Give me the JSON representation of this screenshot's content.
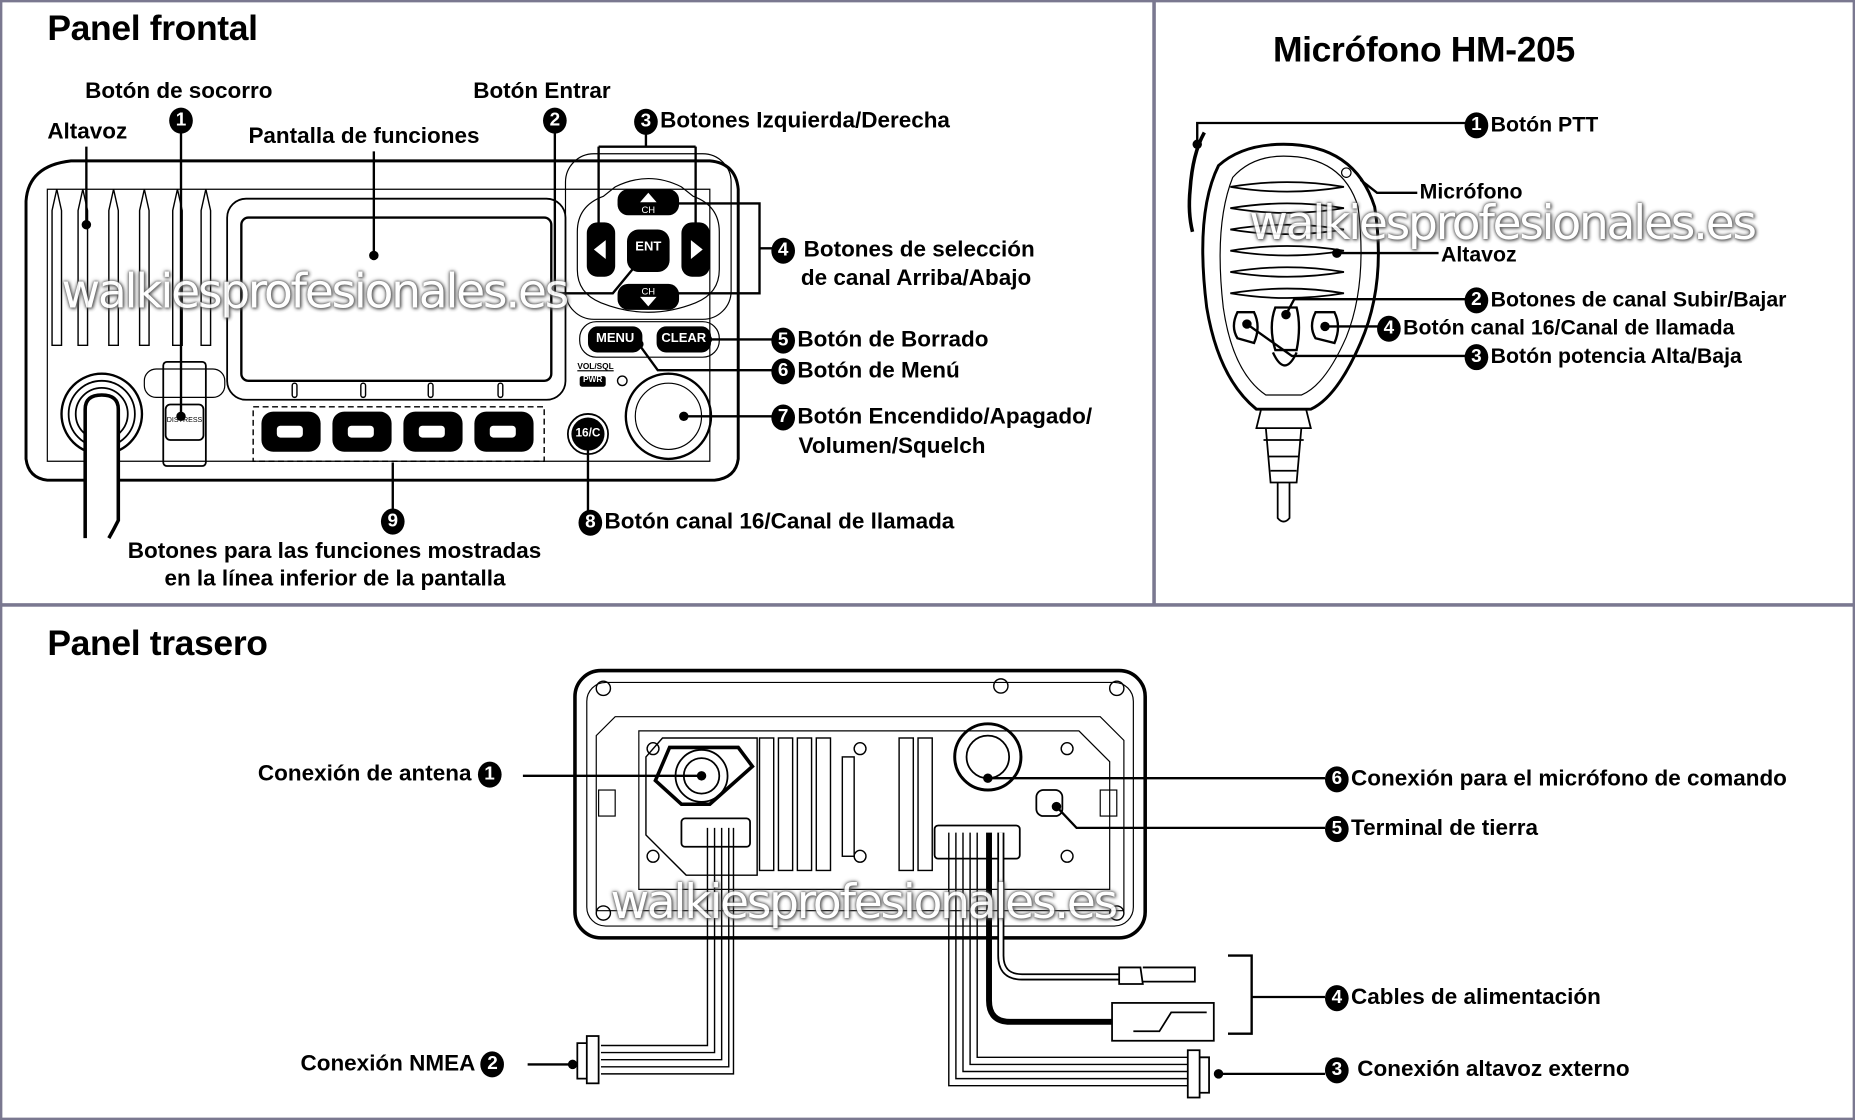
{
  "front_panel": {
    "title": "Panel frontal",
    "labels": {
      "speaker": "Altavoz",
      "distress": "Botón de socorro",
      "display": "Pantalla de funciones",
      "enter": "Botón Entrar",
      "left_right": "Botones Izquierda/Derecha",
      "ch_select_1": "Botones de selección",
      "ch_select_2": "de canal Arriba/Abajo",
      "clear": "Botón de Borrado",
      "menu": "Botón de Menú",
      "power_1": "Botón Encendido/Apagado/",
      "power_2": "Volumen/Squelch",
      "ch16": "Botón canal 16/Canal de llamada",
      "softkeys_1": "Botones para las funciones mostradas",
      "softkeys_2": "en la línea inferior de la pantalla"
    },
    "numbers": [
      "1",
      "2",
      "3",
      "4",
      "5",
      "6",
      "7",
      "8",
      "9"
    ],
    "device_text": {
      "ch": "CH",
      "ent": "ENT",
      "menu": "MENU",
      "clear": "CLEAR",
      "vol_sql": "VOL/SQL",
      "pwr": "PWR",
      "ch16": "16/C",
      "distress": "DISTRESS"
    }
  },
  "microphone": {
    "title": "Micrófono HM-205",
    "labels": {
      "ptt": "Botón PTT",
      "mic": "Micrófono",
      "speaker": "Altavoz",
      "up_down": "Botones de canal Subir/Bajar",
      "ch16": "Botón canal 16/Canal de llamada",
      "power": "Botón potencia Alta/Baja"
    },
    "numbers": [
      "1",
      "2",
      "4",
      "3"
    ]
  },
  "rear_panel": {
    "title": "Panel trasero",
    "labels": {
      "antenna": "Conexión de antena",
      "nmea": "Conexión NMEA",
      "mic_command": "Conexión para el micrófono de comando",
      "ground": "Terminal de tierra",
      "power_cables": "Cables de alimentación",
      "ext_speaker": "Conexión altavoz externo"
    },
    "numbers": [
      "1",
      "2",
      "6",
      "5",
      "4",
      "3"
    ]
  },
  "watermark": "walkiesprofesionales.es",
  "colors": {
    "divider": "#7a7890",
    "ink": "#000000",
    "background": "#ffffff"
  }
}
